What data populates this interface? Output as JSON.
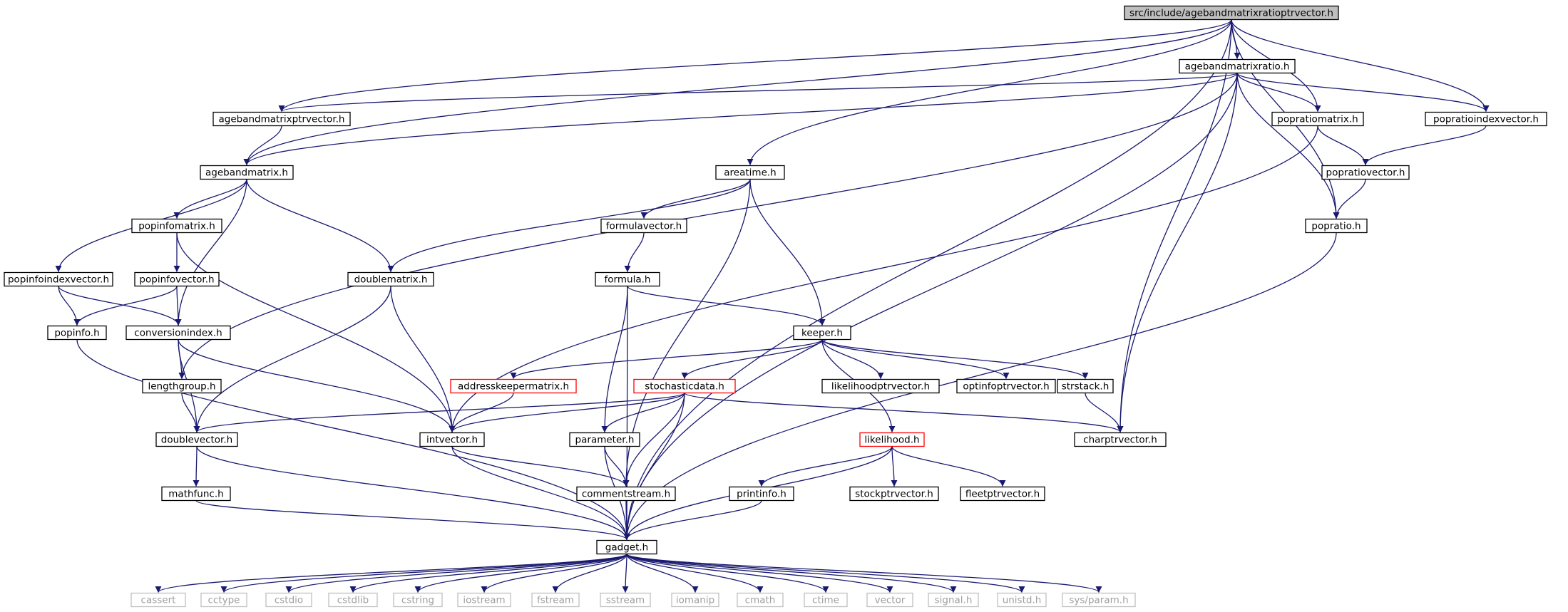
{
  "diagram": {
    "colors": {
      "edge": "#191970",
      "node_border": "#000000",
      "root_fill": "#bfbfbf",
      "missing_border": "#ff0000",
      "system_border": "#bfbfbf",
      "system_text": "#a0a0a0",
      "text": "#000000",
      "fill": "#ffffff"
    },
    "nodes": [
      {
        "id": "root",
        "label": "src/include/agebandmatrixratioptrvector.h",
        "kind": "root"
      },
      {
        "id": "agebandmatrixratio",
        "label": "agebandmatrixratio.h",
        "kind": "normal"
      },
      {
        "id": "agebandmatrixptrvector",
        "label": "agebandmatrixptrvector.h",
        "kind": "normal"
      },
      {
        "id": "popratiomatrix",
        "label": "popratiomatrix.h",
        "kind": "normal"
      },
      {
        "id": "popratioindexvector",
        "label": "popratioindexvector.h",
        "kind": "normal"
      },
      {
        "id": "agebandmatrix",
        "label": "agebandmatrix.h",
        "kind": "normal"
      },
      {
        "id": "areatime",
        "label": "areatime.h",
        "kind": "normal"
      },
      {
        "id": "popratiovector",
        "label": "popratiovector.h",
        "kind": "normal"
      },
      {
        "id": "popinfomatrix",
        "label": "popinfomatrix.h",
        "kind": "normal"
      },
      {
        "id": "formulavector",
        "label": "formulavector.h",
        "kind": "normal"
      },
      {
        "id": "popratio",
        "label": "popratio.h",
        "kind": "normal"
      },
      {
        "id": "popinfoindexvector",
        "label": "popinfoindexvector.h",
        "kind": "normal"
      },
      {
        "id": "popinfovector",
        "label": "popinfovector.h",
        "kind": "normal"
      },
      {
        "id": "doublematrix",
        "label": "doublematrix.h",
        "kind": "normal"
      },
      {
        "id": "formula",
        "label": "formula.h",
        "kind": "normal"
      },
      {
        "id": "popinfo",
        "label": "popinfo.h",
        "kind": "normal"
      },
      {
        "id": "conversionindex",
        "label": "conversionindex.h",
        "kind": "normal"
      },
      {
        "id": "keeper",
        "label": "keeper.h",
        "kind": "normal"
      },
      {
        "id": "lengthgroup",
        "label": "lengthgroup.h",
        "kind": "normal"
      },
      {
        "id": "addresskeepermatrix",
        "label": "addresskeepermatrix.h",
        "kind": "missing"
      },
      {
        "id": "stochasticdata",
        "label": "stochasticdata.h",
        "kind": "missing"
      },
      {
        "id": "likelihoodptrvector",
        "label": "likelihoodptrvector.h",
        "kind": "normal"
      },
      {
        "id": "optinfoptrvector",
        "label": "optinfoptrvector.h",
        "kind": "normal"
      },
      {
        "id": "strstack",
        "label": "strstack.h",
        "kind": "normal"
      },
      {
        "id": "doublevector",
        "label": "doublevector.h",
        "kind": "normal"
      },
      {
        "id": "intvector",
        "label": "intvector.h",
        "kind": "normal"
      },
      {
        "id": "parameter",
        "label": "parameter.h",
        "kind": "normal"
      },
      {
        "id": "likelihood",
        "label": "likelihood.h",
        "kind": "missing"
      },
      {
        "id": "charptrvector",
        "label": "charptrvector.h",
        "kind": "normal"
      },
      {
        "id": "mathfunc",
        "label": "mathfunc.h",
        "kind": "normal"
      },
      {
        "id": "commentstream",
        "label": "commentstream.h",
        "kind": "normal"
      },
      {
        "id": "printinfo",
        "label": "printinfo.h",
        "kind": "normal"
      },
      {
        "id": "stockptrvector",
        "label": "stockptrvector.h",
        "kind": "normal"
      },
      {
        "id": "fleetptrvector",
        "label": "fleetptrvector.h",
        "kind": "normal"
      },
      {
        "id": "gadget",
        "label": "gadget.h",
        "kind": "normal"
      },
      {
        "id": "cassert",
        "label": "cassert",
        "kind": "system"
      },
      {
        "id": "cctype",
        "label": "cctype",
        "kind": "system"
      },
      {
        "id": "cstdio",
        "label": "cstdio",
        "kind": "system"
      },
      {
        "id": "cstdlib",
        "label": "cstdlib",
        "kind": "system"
      },
      {
        "id": "cstring",
        "label": "cstring",
        "kind": "system"
      },
      {
        "id": "iostream",
        "label": "iostream",
        "kind": "system"
      },
      {
        "id": "fstream",
        "label": "fstream",
        "kind": "system"
      },
      {
        "id": "sstream",
        "label": "sstream",
        "kind": "system"
      },
      {
        "id": "iomanip",
        "label": "iomanip",
        "kind": "system"
      },
      {
        "id": "cmath",
        "label": "cmath",
        "kind": "system"
      },
      {
        "id": "ctime",
        "label": "ctime",
        "kind": "system"
      },
      {
        "id": "vector",
        "label": "vector",
        "kind": "system"
      },
      {
        "id": "signal",
        "label": "signal.h",
        "kind": "system"
      },
      {
        "id": "unistd",
        "label": "unistd.h",
        "kind": "system"
      },
      {
        "id": "sysparam",
        "label": "sys/param.h",
        "kind": "system"
      }
    ],
    "edges": [
      [
        "root",
        "agebandmatrixratio"
      ],
      [
        "root",
        "agebandmatrixptrvector"
      ],
      [
        "root",
        "agebandmatrix"
      ],
      [
        "root",
        "areatime"
      ],
      [
        "root",
        "popratiomatrix"
      ],
      [
        "root",
        "popratioindexvector"
      ],
      [
        "root",
        "popratio"
      ],
      [
        "root",
        "charptrvector"
      ],
      [
        "root",
        "gadget"
      ],
      [
        "agebandmatrixratio",
        "agebandmatrixptrvector"
      ],
      [
        "agebandmatrixratio",
        "agebandmatrix"
      ],
      [
        "agebandmatrixratio",
        "popratiomatrix"
      ],
      [
        "agebandmatrixratio",
        "popratioindexvector"
      ],
      [
        "agebandmatrixratio",
        "popratio"
      ],
      [
        "agebandmatrixratio",
        "lengthgroup"
      ],
      [
        "agebandmatrixratio",
        "charptrvector"
      ],
      [
        "agebandmatrixratio",
        "gadget"
      ],
      [
        "agebandmatrixptrvector",
        "agebandmatrix"
      ],
      [
        "popratiomatrix",
        "popratiovector"
      ],
      [
        "popratiomatrix",
        "intvector"
      ],
      [
        "popratioindexvector",
        "popratiovector"
      ],
      [
        "popratiovector",
        "popratio"
      ],
      [
        "popratio",
        "gadget"
      ],
      [
        "agebandmatrix",
        "popinfomatrix"
      ],
      [
        "agebandmatrix",
        "popinfoindexvector"
      ],
      [
        "agebandmatrix",
        "doublematrix"
      ],
      [
        "agebandmatrix",
        "conversionindex"
      ],
      [
        "popinfomatrix",
        "popinfovector"
      ],
      [
        "popinfomatrix",
        "intvector"
      ],
      [
        "popinfoindexvector",
        "popinfo"
      ],
      [
        "popinfoindexvector",
        "conversionindex"
      ],
      [
        "popinfovector",
        "popinfo"
      ],
      [
        "popinfovector",
        "conversionindex"
      ],
      [
        "popinfo",
        "gadget"
      ],
      [
        "conversionindex",
        "lengthgroup"
      ],
      [
        "conversionindex",
        "doublevector"
      ],
      [
        "conversionindex",
        "intvector"
      ],
      [
        "lengthgroup",
        "doublevector"
      ],
      [
        "areatime",
        "formulavector"
      ],
      [
        "areatime",
        "doublematrix"
      ],
      [
        "areatime",
        "keeper"
      ],
      [
        "areatime",
        "commentstream"
      ],
      [
        "formulavector",
        "formula"
      ],
      [
        "formula",
        "keeper"
      ],
      [
        "formula",
        "parameter"
      ],
      [
        "formula",
        "gadget"
      ],
      [
        "doublematrix",
        "doublevector"
      ],
      [
        "doublematrix",
        "intvector"
      ],
      [
        "keeper",
        "addresskeepermatrix"
      ],
      [
        "keeper",
        "stochasticdata"
      ],
      [
        "keeper",
        "likelihoodptrvector"
      ],
      [
        "keeper",
        "optinfoptrvector"
      ],
      [
        "keeper",
        "strstack"
      ],
      [
        "keeper",
        "likelihood"
      ],
      [
        "addresskeepermatrix",
        "intvector"
      ],
      [
        "stochasticdata",
        "doublevector"
      ],
      [
        "stochasticdata",
        "intvector"
      ],
      [
        "stochasticdata",
        "parameter"
      ],
      [
        "stochasticdata",
        "commentstream"
      ],
      [
        "stochasticdata",
        "gadget"
      ],
      [
        "stochasticdata",
        "charptrvector"
      ],
      [
        "strstack",
        "charptrvector"
      ],
      [
        "doublevector",
        "mathfunc"
      ],
      [
        "doublevector",
        "gadget"
      ],
      [
        "mathfunc",
        "gadget"
      ],
      [
        "intvector",
        "commentstream"
      ],
      [
        "intvector",
        "gadget"
      ],
      [
        "parameter",
        "commentstream"
      ],
      [
        "parameter",
        "gadget"
      ],
      [
        "commentstream",
        "gadget"
      ],
      [
        "likelihood",
        "printinfo"
      ],
      [
        "likelihood",
        "stockptrvector"
      ],
      [
        "likelihood",
        "fleetptrvector"
      ],
      [
        "likelihood",
        "gadget"
      ],
      [
        "printinfo",
        "gadget"
      ],
      [
        "gadget",
        "cassert"
      ],
      [
        "gadget",
        "cctype"
      ],
      [
        "gadget",
        "cstdio"
      ],
      [
        "gadget",
        "cstdlib"
      ],
      [
        "gadget",
        "cstring"
      ],
      [
        "gadget",
        "iostream"
      ],
      [
        "gadget",
        "fstream"
      ],
      [
        "gadget",
        "sstream"
      ],
      [
        "gadget",
        "iomanip"
      ],
      [
        "gadget",
        "cmath"
      ],
      [
        "gadget",
        "ctime"
      ],
      [
        "gadget",
        "vector"
      ],
      [
        "gadget",
        "signal"
      ],
      [
        "gadget",
        "unistd"
      ],
      [
        "gadget",
        "sysparam"
      ]
    ]
  }
}
